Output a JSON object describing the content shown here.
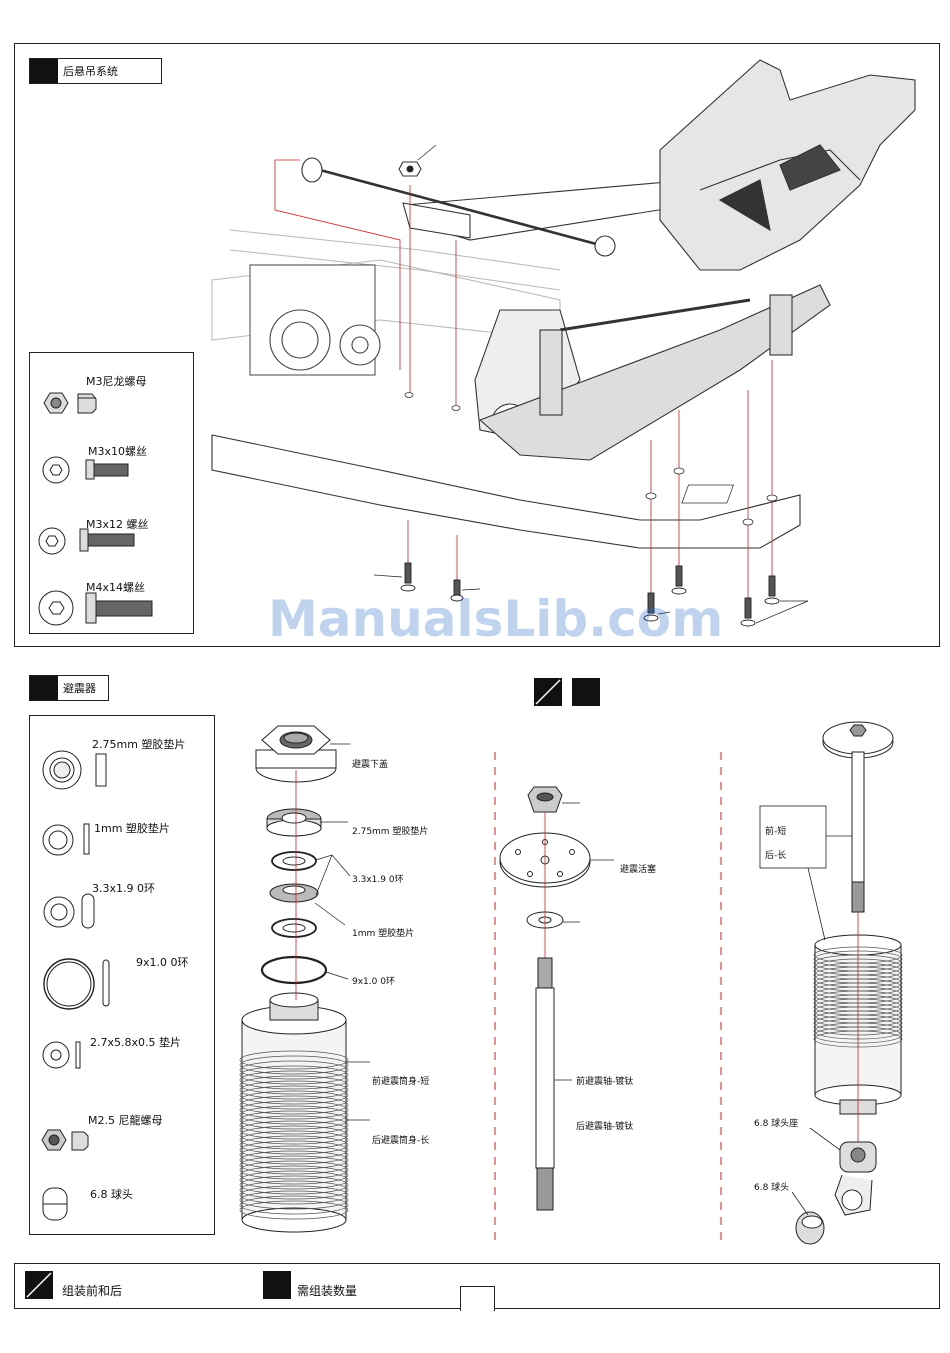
{
  "rear_suspension": {
    "header": "后悬吊系统",
    "hardware": [
      {
        "label": "M3尼龙螺母",
        "icon": "hex-nut-icon"
      },
      {
        "label": "M3x10螺丝",
        "icon": "screw-icon"
      },
      {
        "label": "M3x12 螺丝",
        "icon": "screw-icon"
      },
      {
        "label": "M4x14螺丝",
        "icon": "screw-icon"
      }
    ]
  },
  "watermark": "ManualsLib.com",
  "shocks": {
    "header": "避震器",
    "hardware": [
      {
        "label": "2.75mm 塑胶垫片",
        "icon": "washer-icon"
      },
      {
        "label": "1mm 塑胶垫片",
        "icon": "washer-icon"
      },
      {
        "label": "3.3x1.9 0环",
        "icon": "o-ring-icon"
      },
      {
        "label": "9x1.0 0环",
        "icon": "o-ring-icon"
      },
      {
        "label": "2.7x5.8x0.5 垫片",
        "icon": "washer-icon"
      },
      {
        "label": "M2.5 尼龍螺母",
        "icon": "hex-nut-icon"
      },
      {
        "label": "6.8 球头",
        "icon": "ball-end-icon"
      }
    ],
    "col1": {
      "cap": "避震下盖",
      "spacer": "2.75mm 塑胶垫片",
      "oring_small": "3.3x1.9 0环",
      "spacer_thin": "1mm 塑胶垫片",
      "oring_large": "9x1.0 0环",
      "body_front": "前避震筒身-短",
      "body_rear": "后避震筒身-长"
    },
    "col2": {
      "piston": "避震活塞",
      "shaft_front": "前避震轴-镀钛",
      "shaft_rear": "后避震轴-镀钛"
    },
    "col3": {
      "front": "前-短",
      "rear": "后-长",
      "ball_cup": "6.8 球头座",
      "ball": "6.8 球头"
    }
  },
  "footer": {
    "both_label": "组装前和后",
    "qty_label": "需组装数量"
  }
}
